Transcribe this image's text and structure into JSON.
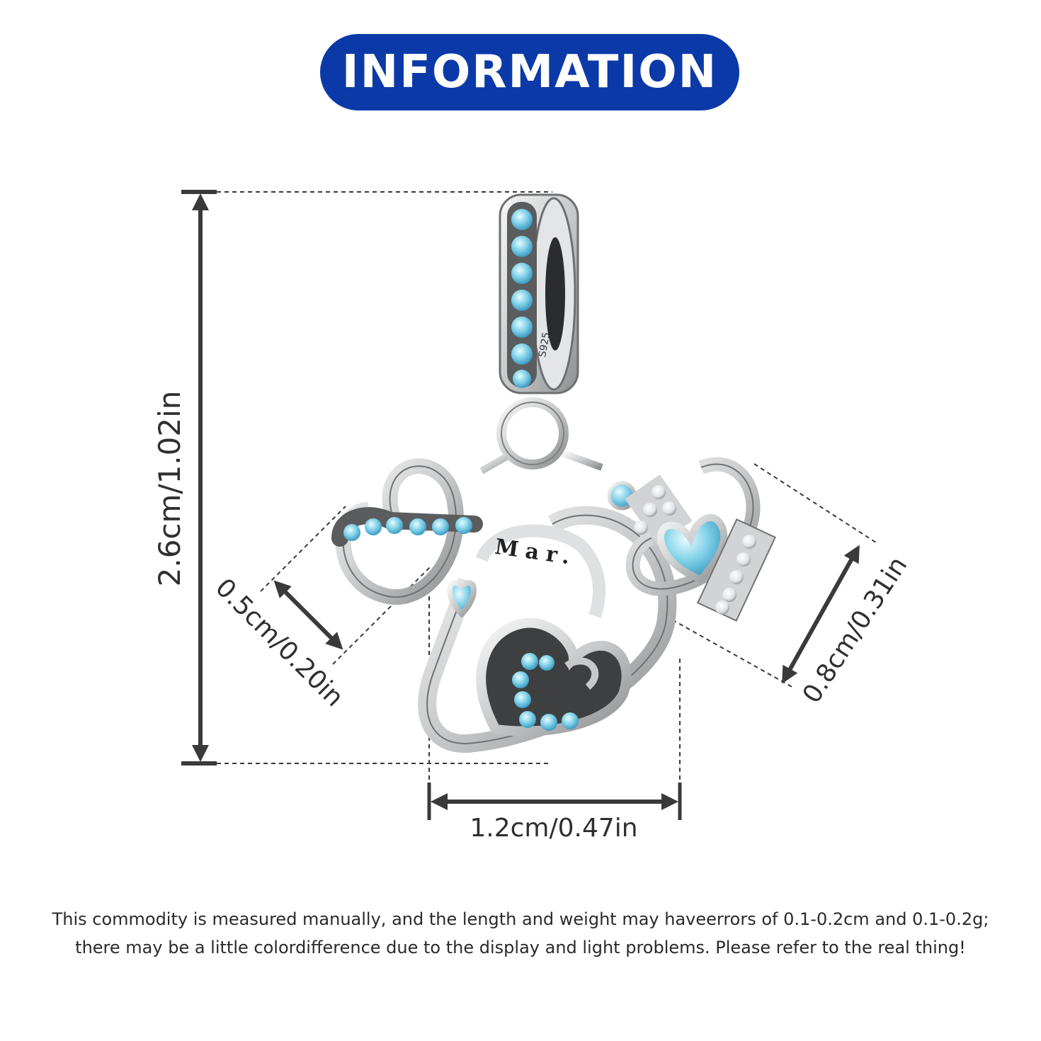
{
  "header": {
    "title": "INFORMATION",
    "color": "#0b3aa8"
  },
  "product": {
    "engraving": "Mar.",
    "stamp": "S925",
    "stone_color": "#7fd0e8",
    "metal_color": "#d9dadb"
  },
  "dimensions": {
    "height": "2.6cm/1.02in",
    "width": "1.2cm/0.47in",
    "infinity_size": "0.5cm/0.20in",
    "crown_size": "0.8cm/0.31in"
  },
  "footnote": {
    "line1": "This commodity is measured manually, and the length and weight may haveerrors of 0.1-0.2cm and 0.1-0.2g;",
    "line2": "there may be a little colordifference due to the display and light problems. Please refer to the real thing!"
  }
}
